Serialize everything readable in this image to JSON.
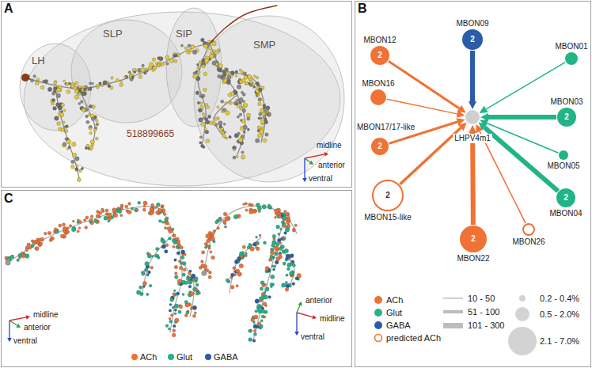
{
  "diagram": {
    "nodes": [
      {
        "text": [
          "MBON09",
          "2"
        ]
      },
      {
        "text": [
          "MBON12",
          "2"
        ]
      },
      {
        "text": [
          "MBON01"
        ]
      },
      {
        "text": [
          "MBON16"
        ]
      },
      {
        "text": [
          "MBON03",
          "2"
        ]
      },
      {
        "text": [
          "LHPV4m1"
        ]
      },
      {
        "text": [
          "MBON17/17-like",
          "2"
        ]
      },
      {
        "text": [
          "MBON05"
        ]
      },
      {
        "text": [
          "MBON15-like",
          "2"
        ]
      },
      {
        "text": [
          "MBON04",
          "2"
        ]
      },
      {
        "text": [
          "MBON26"
        ]
      },
      {
        "text": [
          "MBON22",
          "2"
        ]
      }
    ],
    "edges": [
      {
        "from": 0,
        "to": 5,
        "arrow": "to"
      },
      {
        "from": 1,
        "to": 5,
        "arrow": "to"
      },
      {
        "from": 2,
        "to": 5,
        "arrow": "to"
      },
      {
        "from": 3,
        "to": 5,
        "arrow": "to"
      },
      {
        "from": 4,
        "to": 5,
        "arrow": "to"
      },
      {
        "from": 6,
        "to": 5,
        "arrow": "to"
      },
      {
        "from": 7,
        "to": 5,
        "arrow": "to"
      },
      {
        "from": 8,
        "to": 5,
        "arrow": "to"
      },
      {
        "from": 9,
        "to": 5,
        "arrow": "to"
      },
      {
        "from": 10,
        "to": 5,
        "arrow": "to"
      },
      {
        "from": 11,
        "to": 5,
        "arrow": "to"
      }
    ],
    "labels": [
      "A",
      "LH",
      "SLP",
      "SIP",
      "SMP",
      "518899665",
      "midline",
      "anterior",
      "ventral",
      "B",
      "C",
      "midline",
      "anterior",
      "ventral",
      "anterior",
      "midline",
      "ventral"
    ],
    "legend": [
      {
        "text": "ACh",
        "color": "#f07234"
      },
      {
        "text": "Glut",
        "color": "#22b487"
      },
      {
        "text": "GABA",
        "color": "#2b5ca8"
      },
      {
        "text": "predicted ACh"
      },
      {
        "text": "10 - 50"
      },
      {
        "text": "51 - 100"
      },
      {
        "text": "101 - 300"
      },
      {
        "text": "0.2 - 0.4%"
      },
      {
        "text": "0.5 - 2.0%"
      },
      {
        "text": "2.1 - 7.0%"
      },
      {
        "text": "ACh",
        "color": "#f07234"
      },
      {
        "text": "Glut",
        "color": "#22b487"
      },
      {
        "text": "GABA",
        "color": "#2b5ca8"
      }
    ]
  }
}
